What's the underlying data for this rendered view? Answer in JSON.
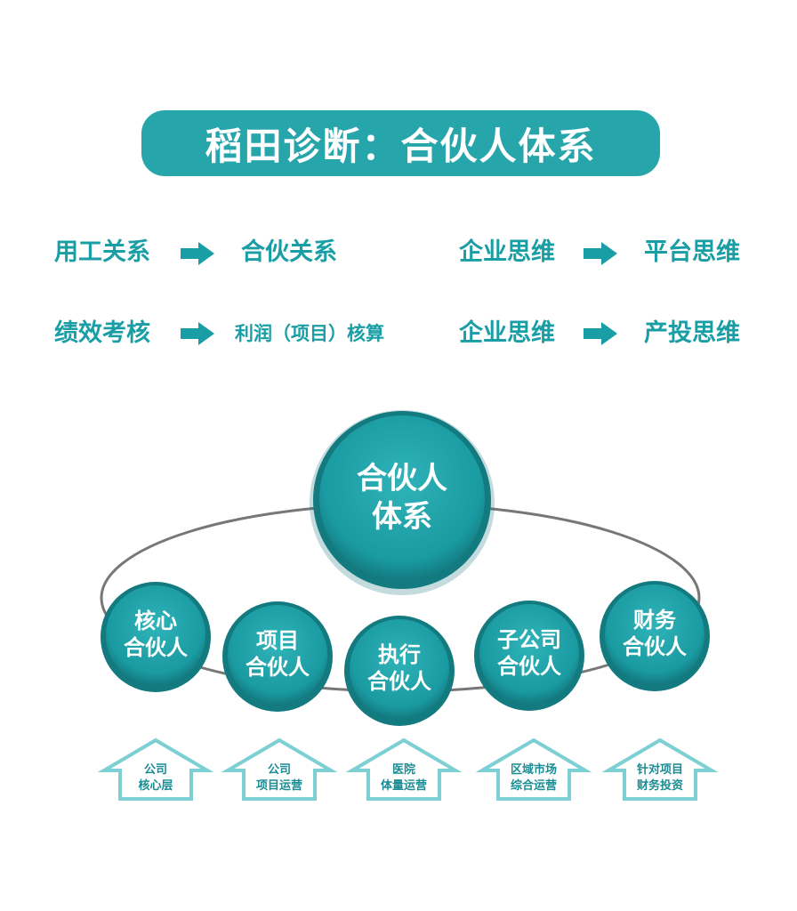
{
  "title": "稻田诊断：合伙人体系",
  "transitions": [
    {
      "from": "用工关系",
      "to": "合伙关系"
    },
    {
      "from": "企业思维",
      "to": "平台思维"
    },
    {
      "from": "绩效考核",
      "to": "利润（项目）核算"
    },
    {
      "from": "企业思维",
      "to": "产投思维"
    }
  ],
  "center": {
    "line1": "合伙人",
    "line2": "体系"
  },
  "partners": [
    {
      "line1": "核心",
      "line2": "合伙人"
    },
    {
      "line1": "项目",
      "line2": "合伙人"
    },
    {
      "line1": "执行",
      "line2": "合伙人"
    },
    {
      "line1": "子公司",
      "line2": "合伙人"
    },
    {
      "line1": "财务",
      "line2": "合伙人"
    }
  ],
  "houses": [
    {
      "line1": "公司",
      "line2": "核心层"
    },
    {
      "line1": "公司",
      "line2": "项目运营"
    },
    {
      "line1": "医院",
      "line2": "体量运营"
    },
    {
      "line1": "区域市场",
      "line2": "综合运营"
    },
    {
      "line1": "针对项目",
      "line2": "财务投资"
    }
  ],
  "colors": {
    "accent": "#26a5ab",
    "circle": "#1e9fa6",
    "circle_dark": "#137a80",
    "text": "#1a9ea6",
    "house": "#7ccfd2",
    "ring": "#777777"
  }
}
